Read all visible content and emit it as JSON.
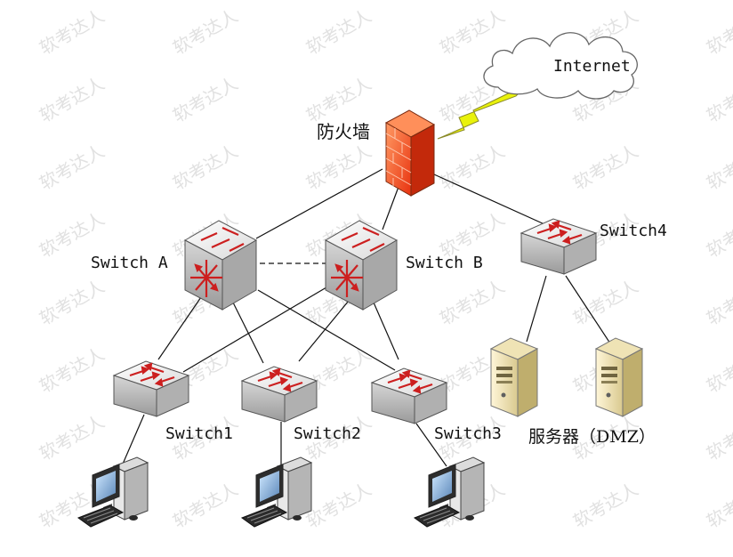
{
  "watermark": {
    "text": "软考达人"
  },
  "nodes": {
    "internet": {
      "label": "Internet"
    },
    "firewall": {
      "label": "防火墙"
    },
    "switch_a": {
      "label": "Switch A"
    },
    "switch_b": {
      "label": "Switch B"
    },
    "switch4": {
      "label": "Switch4"
    },
    "switch1": {
      "label": "Switch1"
    },
    "switch2": {
      "label": "Switch2"
    },
    "switch3": {
      "label": "Switch3"
    },
    "dmz": {
      "label": "服务器（DMZ）"
    }
  },
  "colors": {
    "switch_top": "#f2f2f2",
    "switch_side": "#bdbdbd",
    "switch_arrow": "#cc1f1f",
    "firewall": "#ff5b2e",
    "lightning": "#e9f20a"
  },
  "icons": {
    "cloud": "cloud-icon",
    "firewall": "firewall-icon",
    "core_switch": "core-switch-icon",
    "switch": "switch-icon",
    "server": "server-icon",
    "pc": "pc-icon"
  }
}
